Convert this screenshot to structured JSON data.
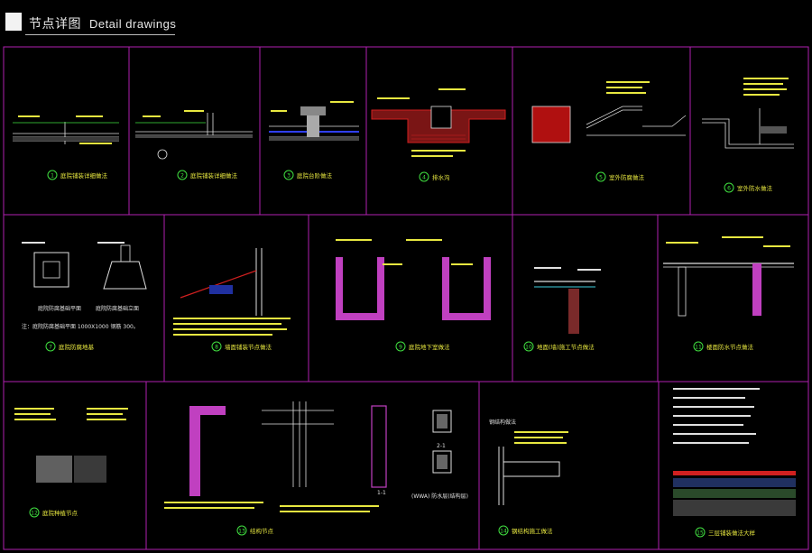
{
  "header": {
    "title_zh": "节点详图",
    "title_en": "Detail drawings"
  },
  "colors": {
    "frame": "#b020b0",
    "hatch_red": "#d02020",
    "hatch_magenta": "#c040c0",
    "line_white": "#e0e0e0",
    "line_green": "#40e040",
    "line_yellow": "#e8e840",
    "line_cyan": "#40d0e0",
    "line_blue": "#3040ff"
  },
  "panels": [
    {
      "num": "1",
      "caption": "庭院铺装详细做法"
    },
    {
      "num": "2",
      "caption": "庭院铺装详细做法"
    },
    {
      "num": "3",
      "caption": "庭院台阶做法"
    },
    {
      "num": "4",
      "caption": "排水沟"
    },
    {
      "num": "5",
      "caption": "室外防腐做法"
    },
    {
      "num": "6",
      "caption": "室外防水做法"
    },
    {
      "num": "7",
      "caption": "庭院防腐地基"
    },
    {
      "num": "8",
      "caption": "墙面铺装节点做法"
    },
    {
      "num": "9",
      "caption": "庭院地下室做法"
    },
    {
      "num": "10",
      "caption": "地面(墙)施工节点做法"
    },
    {
      "num": "11",
      "caption": "楼面防水节点做法"
    },
    {
      "num": "12",
      "caption": "庭院种植节点"
    },
    {
      "num": "13",
      "caption": "结构节点"
    },
    {
      "num": "14",
      "caption": "钢结构施工做法"
    },
    {
      "num": "15",
      "caption": "三层铺装做法大样"
    }
  ],
  "labels": {
    "panel7_plan": "庭院防腐基础平面",
    "panel7_section": "庭院防腐基础立面",
    "panel7_note": "注：庭院防腐基础平面 1000X1000 钢筋 300。",
    "panel13_note_a": "1-1",
    "panel13_note_b": "2-1",
    "panel13_note_c": "(WWA) 防水层(结构层)",
    "panel14_label": "钢结构做法"
  }
}
